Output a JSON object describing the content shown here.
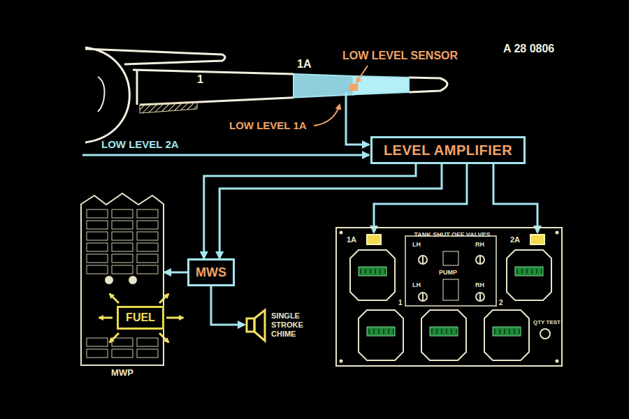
{
  "diagram": {
    "nodes": [
      {
        "text": [
          "LEVEL AMPLIFIER"
        ]
      },
      {
        "text": [
          "MWS"
        ]
      },
      {
        "text": [
          "MWP"
        ]
      },
      {
        "text": [
          "FUEL"
        ],
        "in": 2
      },
      {
        "text": [
          "SINGLE STROKE CHIME"
        ]
      },
      {
        "text": [
          "TANK SHUT OFF VALVES",
          "QTY TEST"
        ]
      },
      {
        "text": [
          "1A"
        ],
        "in": 5
      },
      {
        "text": [
          "2A"
        ],
        "in": 5
      }
    ],
    "edges": [
      {
        "from": 0,
        "to": 1,
        "arrow": "to"
      },
      {
        "from": 0,
        "to": 1,
        "arrow": "to"
      },
      {
        "from": 0,
        "to": 6,
        "arrow": "to"
      },
      {
        "from": 0,
        "to": 7,
        "arrow": "to"
      },
      {
        "from": 1,
        "to": 2,
        "arrow": "to"
      },
      {
        "from": 1,
        "to": 4,
        "arrow": "to"
      }
    ],
    "labels": [
      "A 28 0806",
      "LOW LEVEL SENSOR",
      "1",
      "1A",
      "LOW LEVEL 1A",
      "LOW LEVEL 2A",
      "LH",
      "RH",
      "PUMP",
      "LH",
      "RH",
      "1",
      "2"
    ]
  }
}
